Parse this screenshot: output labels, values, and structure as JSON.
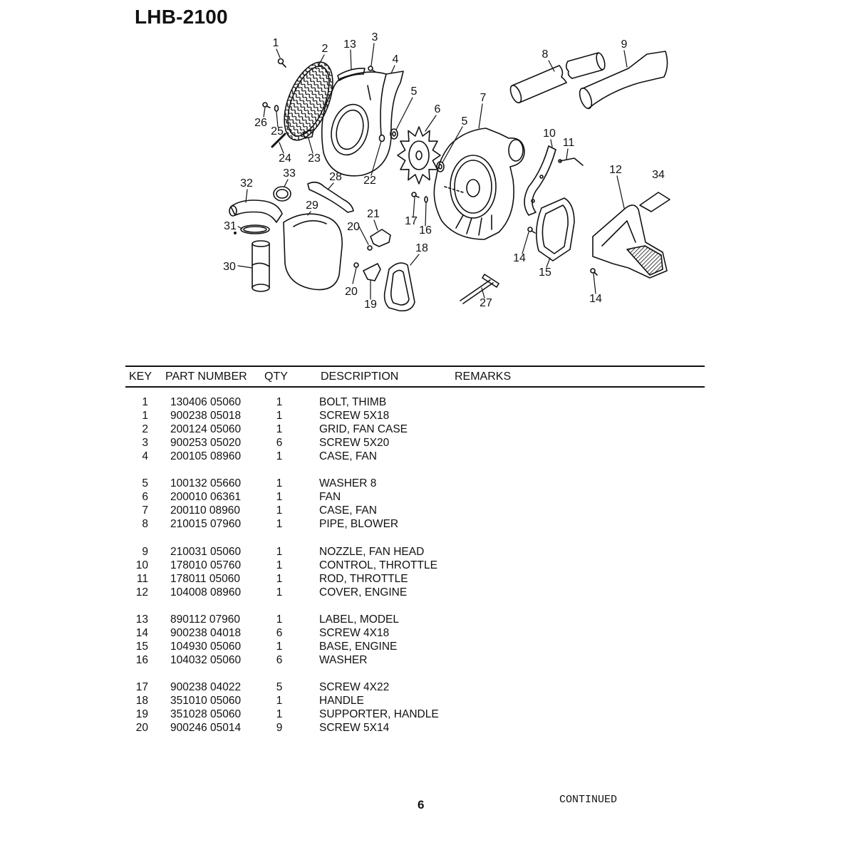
{
  "document": {
    "title": "LHB-2100",
    "page_number": "6",
    "continued": "CONTINUED"
  },
  "diagram": {
    "callouts": [
      "1",
      "2",
      "13",
      "3",
      "4",
      "8",
      "9",
      "5",
      "6",
      "7",
      "5",
      "26",
      "25",
      "24",
      "23",
      "22",
      "10",
      "11",
      "12",
      "34",
      "32",
      "33",
      "28",
      "29",
      "21",
      "20",
      "17",
      "16",
      "31",
      "30",
      "18",
      "14",
      "15",
      "20",
      "19",
      "27",
      "14"
    ]
  },
  "parts_table": {
    "headers": {
      "key": "KEY",
      "part_number": "PART NUMBER",
      "qty": "QTY",
      "description": "DESCRIPTION",
      "remarks": "REMARKS"
    },
    "groups": [
      {
        "rows": [
          {
            "key": "1",
            "part_number": "130406 05060",
            "qty": "1",
            "description": "BOLT, THIMB"
          },
          {
            "key": "1",
            "part_number": "900238 05018",
            "qty": "1",
            "description": "SCREW 5X18"
          },
          {
            "key": "2",
            "part_number": "200124 05060",
            "qty": "1",
            "description": "GRID, FAN CASE"
          },
          {
            "key": "3",
            "part_number": "900253 05020",
            "qty": "6",
            "description": "SCREW 5X20"
          },
          {
            "key": "4",
            "part_number": "200105 08960",
            "qty": "1",
            "description": "CASE, FAN"
          }
        ]
      },
      {
        "rows": [
          {
            "key": "5",
            "part_number": "100132 05660",
            "qty": "1",
            "description": "WASHER 8"
          },
          {
            "key": "6",
            "part_number": "200010 06361",
            "qty": "1",
            "description": "FAN"
          },
          {
            "key": "7",
            "part_number": "200110 08960",
            "qty": "1",
            "description": "CASE, FAN"
          },
          {
            "key": "8",
            "part_number": "210015 07960",
            "qty": "1",
            "description": "PIPE, BLOWER"
          }
        ]
      },
      {
        "rows": [
          {
            "key": "9",
            "part_number": "210031 05060",
            "qty": "1",
            "description": "NOZZLE, FAN HEAD"
          },
          {
            "key": "10",
            "part_number": "178010 05760",
            "qty": "1",
            "description": "CONTROL, THROTTLE"
          },
          {
            "key": "11",
            "part_number": "178011 05060",
            "qty": "1",
            "description": "ROD, THROTTLE"
          },
          {
            "key": "12",
            "part_number": "104008 08960",
            "qty": "1",
            "description": "COVER, ENGINE"
          }
        ]
      },
      {
        "rows": [
          {
            "key": "13",
            "part_number": "890112 07960",
            "qty": "1",
            "description": "LABEL, MODEL"
          },
          {
            "key": "14",
            "part_number": "900238 04018",
            "qty": "6",
            "description": "SCREW 4X18"
          },
          {
            "key": "15",
            "part_number": "104930 05060",
            "qty": "1",
            "description": "BASE, ENGINE"
          },
          {
            "key": "16",
            "part_number": "104032 05060",
            "qty": "6",
            "description": "WASHER"
          }
        ]
      },
      {
        "rows": [
          {
            "key": "17",
            "part_number": "900238 04022",
            "qty": "5",
            "description": "SCREW 4X22"
          },
          {
            "key": "18",
            "part_number": "351010 05060",
            "qty": "1",
            "description": "HANDLE"
          },
          {
            "key": "19",
            "part_number": "351028 05060",
            "qty": "1",
            "description": "SUPPORTER, HANDLE"
          },
          {
            "key": "20",
            "part_number": "900246 05014",
            "qty": "9",
            "description": "SCREW 5X14"
          }
        ]
      }
    ]
  }
}
